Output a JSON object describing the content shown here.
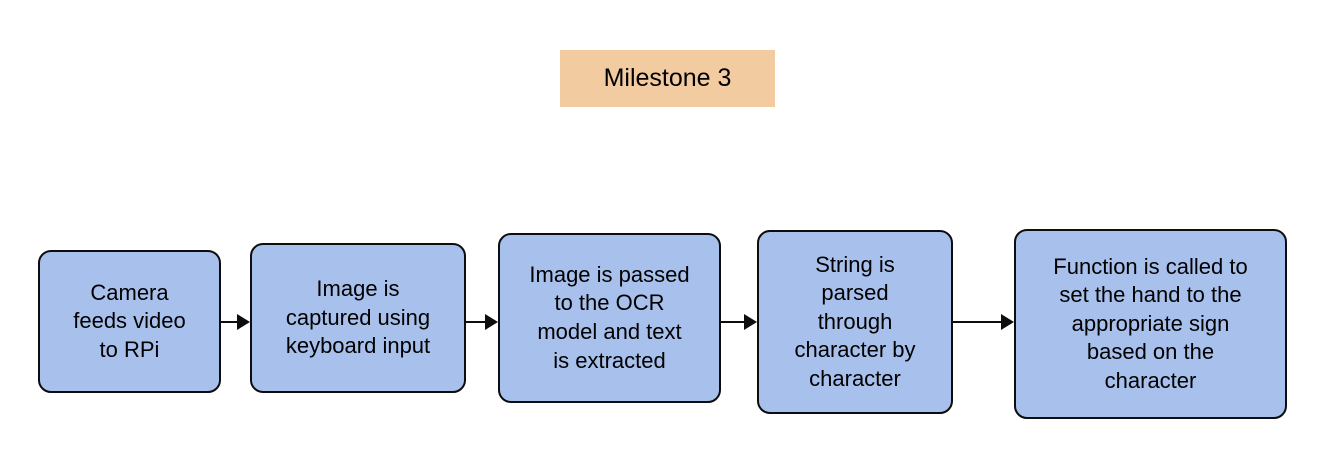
{
  "diagram": {
    "title": "Milestone 3 OCR to sign-language hand pipeline flowchart",
    "banner": {
      "label": "Milestone 3",
      "fill_color": "#F2CBA0",
      "text_color": "#000000"
    },
    "style": {
      "box_fill_color": "#A8C0EC",
      "box_border_color": "#0D0D0D",
      "arrow_color": "#0D0D0D",
      "background_color": "#FFFFFF"
    },
    "steps": [
      {
        "id": "step-1",
        "text": "Camera\nfeeds video\nto RPi"
      },
      {
        "id": "step-2",
        "text": "Image is\ncaptured using\nkeyboard input"
      },
      {
        "id": "step-3",
        "text": "Image is passed\nto the OCR\nmodel and text\nis extracted"
      },
      {
        "id": "step-4",
        "text": "String is\nparsed\nthrough\ncharacter by\ncharacter"
      },
      {
        "id": "step-5",
        "text": "Function is called to\nset the hand to the\nappropriate sign\nbased on the\ncharacter"
      }
    ],
    "connectors": [
      {
        "id": "connector-1",
        "from": "step-1",
        "to": "step-2",
        "shape": "arrow-right"
      },
      {
        "id": "connector-2",
        "from": "step-2",
        "to": "step-3",
        "shape": "arrow-right"
      },
      {
        "id": "connector-3",
        "from": "step-3",
        "to": "step-4",
        "shape": "arrow-right"
      },
      {
        "id": "connector-4",
        "from": "step-4",
        "to": "step-5",
        "shape": "arrow-right"
      }
    ]
  }
}
